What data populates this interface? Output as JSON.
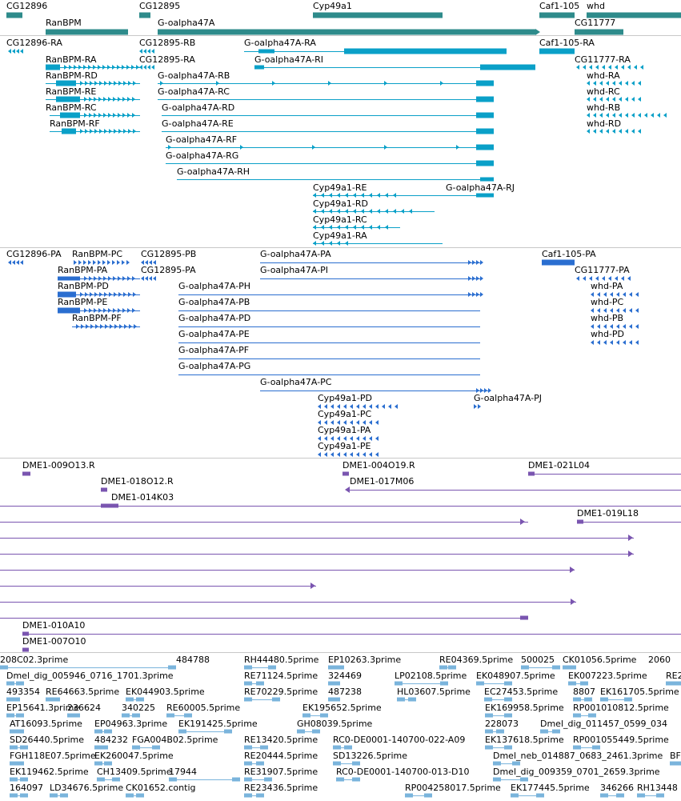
{
  "colors": {
    "gene": "#2e8b8b",
    "transcript": "#0aa0c8",
    "protein": "#2a6ed0",
    "clone": "#7a55b0",
    "est": "#7ab4dc",
    "separator": "#c8c8c8"
  },
  "tracks": {
    "genes": {
      "features": [
        {
          "label": "CG12896"
        },
        {
          "label": "CG12895"
        },
        {
          "label": "Cyp49a1"
        },
        {
          "label": "Caf1-105"
        },
        {
          "label": "whd"
        },
        {
          "label": "RanBPM"
        },
        {
          "label": "G-oalpha47A"
        },
        {
          "label": "CG11777"
        }
      ]
    },
    "transcripts": {
      "features": [
        {
          "label": "CG12896-RA"
        },
        {
          "label": "CG12895-RB"
        },
        {
          "label": "G-oalpha47A-RA"
        },
        {
          "label": "Caf1-105-RA"
        },
        {
          "label": "RanBPM-RA"
        },
        {
          "label": "CG12895-RA"
        },
        {
          "label": "G-oalpha47A-RI"
        },
        {
          "label": "CG11777-RA"
        },
        {
          "label": "RanBPM-RD"
        },
        {
          "label": "G-oalpha47A-RB"
        },
        {
          "label": "whd-RA"
        },
        {
          "label": "RanBPM-RE"
        },
        {
          "label": "G-oalpha47A-RC"
        },
        {
          "label": "whd-RC"
        },
        {
          "label": "RanBPM-RC"
        },
        {
          "label": "G-oalpha47A-RD"
        },
        {
          "label": "whd-RB"
        },
        {
          "label": "RanBPM-RF"
        },
        {
          "label": "G-oalpha47A-RE"
        },
        {
          "label": "whd-RD"
        },
        {
          "label": "G-oalpha47A-RF"
        },
        {
          "label": "G-oalpha47A-RG"
        },
        {
          "label": "G-oalpha47A-RH"
        },
        {
          "label": "Cyp49a1-RE"
        },
        {
          "label": "G-oalpha47A-RJ"
        },
        {
          "label": "Cyp49a1-RD"
        },
        {
          "label": "Cyp49a1-RC"
        },
        {
          "label": "Cyp49a1-RA"
        }
      ]
    },
    "proteins": {
      "features": [
        {
          "label": "CG12896-PA"
        },
        {
          "label": "RanBPM-PC"
        },
        {
          "label": "CG12895-PB"
        },
        {
          "label": "G-oalpha47A-PA"
        },
        {
          "label": "Caf1-105-PA"
        },
        {
          "label": "RanBPM-PA"
        },
        {
          "label": "CG12895-PA"
        },
        {
          "label": "G-oalpha47A-PI"
        },
        {
          "label": "CG11777-PA"
        },
        {
          "label": "RanBPM-PD"
        },
        {
          "label": "G-oalpha47A-PH"
        },
        {
          "label": "whd-PA"
        },
        {
          "label": "RanBPM-PE"
        },
        {
          "label": "G-oalpha47A-PB"
        },
        {
          "label": "whd-PC"
        },
        {
          "label": "RanBPM-PF"
        },
        {
          "label": "G-oalpha47A-PD"
        },
        {
          "label": "whd-PB"
        },
        {
          "label": "G-oalpha47A-PE"
        },
        {
          "label": "whd-PD"
        },
        {
          "label": "G-oalpha47A-PF"
        },
        {
          "label": "G-oalpha47A-PG"
        },
        {
          "label": "G-oalpha47A-PC"
        },
        {
          "label": "Cyp49a1-PD"
        },
        {
          "label": "G-oalpha47A-PJ"
        },
        {
          "label": "Cyp49a1-PC"
        },
        {
          "label": "Cyp49a1-PA"
        },
        {
          "label": "Cyp49a1-PE"
        }
      ]
    },
    "clones": {
      "features": [
        {
          "label": "DME1-009O13.R"
        },
        {
          "label": "DME1-004O19.R"
        },
        {
          "label": "DME1-021L04"
        },
        {
          "label": "DME1-018O12.R"
        },
        {
          "label": "DME1-017M06"
        },
        {
          "label": "DME1-014K03"
        },
        {
          "label": "DME1-019L18"
        },
        {
          "label": "DME1-010A10"
        },
        {
          "label": "DME1-007O10"
        }
      ]
    },
    "ests": {
      "features": [
        {
          "label": "208C02.3prime"
        },
        {
          "label": "484788"
        },
        {
          "label": "RH44480.5prime"
        },
        {
          "label": "EP10263.3prime"
        },
        {
          "label": "RE04369.5prime"
        },
        {
          "label": "500025"
        },
        {
          "label": "CK01056.5prime"
        },
        {
          "label": "2060"
        },
        {
          "label": "Dmel_dig_005946_0716_1701.3prime"
        },
        {
          "label": "RE71124.5prime"
        },
        {
          "label": "324469"
        },
        {
          "label": "LP02108.5prime"
        },
        {
          "label": "EK048907.5prime"
        },
        {
          "label": "EK007223.5prime"
        },
        {
          "label": "RE2"
        },
        {
          "label": "493354"
        },
        {
          "label": "RE64663.5prime"
        },
        {
          "label": "EK044903.5prime"
        },
        {
          "label": "RE70229.5prime"
        },
        {
          "label": "487238"
        },
        {
          "label": "HL03607.5prime"
        },
        {
          "label": "EC27453.5prime"
        },
        {
          "label": "8807"
        },
        {
          "label": "EK161705.5prime"
        },
        {
          "label": "EP15641.3prime"
        },
        {
          "label": "236624"
        },
        {
          "label": "340225"
        },
        {
          "label": "RE60005.5prime"
        },
        {
          "label": "EK195652.5prime"
        },
        {
          "label": "EK169958.5prime"
        },
        {
          "label": "RP001010812.5prime"
        },
        {
          "label": "AT16093.5prime"
        },
        {
          "label": "EP04963.3prime"
        },
        {
          "label": "EK191425.5prime"
        },
        {
          "label": "GH08039.5prime"
        },
        {
          "label": "228073"
        },
        {
          "label": "Dmel_dig_011457_0599_034"
        },
        {
          "label": "SD26440.5prime"
        },
        {
          "label": "484232"
        },
        {
          "label": "FGA004B02.5prime"
        },
        {
          "label": "RE13420.5prime"
        },
        {
          "label": "RC0-DE0001-140700-022-A09"
        },
        {
          "label": "EK137618.5prime"
        },
        {
          "label": "RP001055449.5prime"
        },
        {
          "label": "FGH118E07.5prime"
        },
        {
          "label": "EK260047.5prime"
        },
        {
          "label": "RE20444.5prime"
        },
        {
          "label": "SD13226.5prime"
        },
        {
          "label": "Dmel_neb_014887_0683_2461.3prime"
        },
        {
          "label": "BF"
        },
        {
          "label": "EK119462.5prime"
        },
        {
          "label": "CH13409.5prime"
        },
        {
          "label": "17944"
        },
        {
          "label": "RE31907.5prime"
        },
        {
          "label": "RC0-DE0001-140700-013-D10"
        },
        {
          "label": "Dmel_dig_009359_0701_2659.3prime"
        },
        {
          "label": "164097"
        },
        {
          "label": "LD34676.5prime"
        },
        {
          "label": "CK01652.contig"
        },
        {
          "label": "RE23436.5prime"
        },
        {
          "label": "RP004258017.5prime"
        },
        {
          "label": "EK177445.5prime"
        },
        {
          "label": "346266"
        },
        {
          "label": "RH13448"
        }
      ]
    }
  }
}
